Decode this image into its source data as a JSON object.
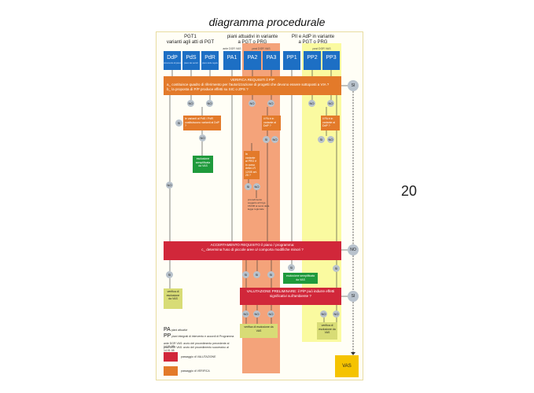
{
  "title": "diagramma procedurale",
  "page_number": "20",
  "groups": {
    "pgt": "PGT1\nvarianti agli atti di PGT",
    "pa": "piani attuativi in variante\na PGT o PRG",
    "pii": "PII e AdP in variante\na PGT o PRG"
  },
  "sub_labels": {
    "ante": "ante DGR VAS",
    "post": "post DGR VAS",
    "post2": "post DGR VAS"
  },
  "plan_boxes": [
    {
      "label": "DdP",
      "sub": "documento di piano"
    },
    {
      "label": "PdS",
      "sub": "piano dei servizi"
    },
    {
      "label": "PdR",
      "sub": "piano delle regole"
    },
    {
      "label": "PA1",
      "sub": ""
    },
    {
      "label": "PA2",
      "sub": ""
    },
    {
      "label": "PA3",
      "sub": ""
    },
    {
      "label": "PP1",
      "sub": ""
    },
    {
      "label": "PP2",
      "sub": ""
    },
    {
      "label": "PP3",
      "sub": ""
    }
  ],
  "verifica": {
    "title": "VERIFICA REQUISITI    il P/P",
    "line_a": "a_ costituisce quadro di riferimento per l'autorizzazione di progetti che devono essere sottoposti a VIA ?",
    "line_b": "b_ la proposta di P/P produce effetti su SIC o ZPS ?"
  },
  "q_boxes": {
    "q1": "le varianti al PdS / PdR costituiscono varianti al DdP ?",
    "q2": "il PA è in variante al DdP ?",
    "q3": "il PA è in variante al DdP ?",
    "q4": "la variante al PRG è in corso della LR 12/05 art. 25 ?"
  },
  "notes": {
    "procedure": "procedimento soggetto al D.lgs. 152/06 ai sensi della legge regionale"
  },
  "green_boxes": {
    "g1": "esclusione semplificata da VAS",
    "g2": "esclusione semplificata da VAS"
  },
  "accertamento": {
    "title": "ACCERTAMENTO REQUISITO    il piano / programma:",
    "line": "c_ determina l'uso di piccole aree o/ comporta modifiche minori ?"
  },
  "valutazione": {
    "title": "VALUTAZIONE PRELIMINARE: il P/P può indurre effetti significativi sull'ambiente ?"
  },
  "lime_boxes": {
    "l1": "verifica di esclusione da VAS",
    "l2": "verifica di esclusione da VAS",
    "l3": "verifica di esclusione da VAS"
  },
  "circles": {
    "si": "SI",
    "no": "NO"
  },
  "vas_label": "VAS",
  "legend": {
    "pa_abbr": "PA",
    "pa_text": "piani attuativi",
    "pp_abbr": "PP",
    "pp_text": "piani integrati di intervento e accordi di Programma",
    "ante_note": "ante DGR VAS: avvio del procedimento precedente al 14.01.08",
    "post_note": "post DGR VAS: avvio del procedimento successivo al 14.01.08",
    "red_label": "passaggio di VALUTAZIONE",
    "orange_label": "passaggio di VERIFICA"
  },
  "colors": {
    "blue": "#1d6fc4",
    "orange": "#e37a2a",
    "red": "#d1273a",
    "green": "#1f9a3c",
    "lime": "#d8dc76",
    "yellow": "#f5c300"
  }
}
